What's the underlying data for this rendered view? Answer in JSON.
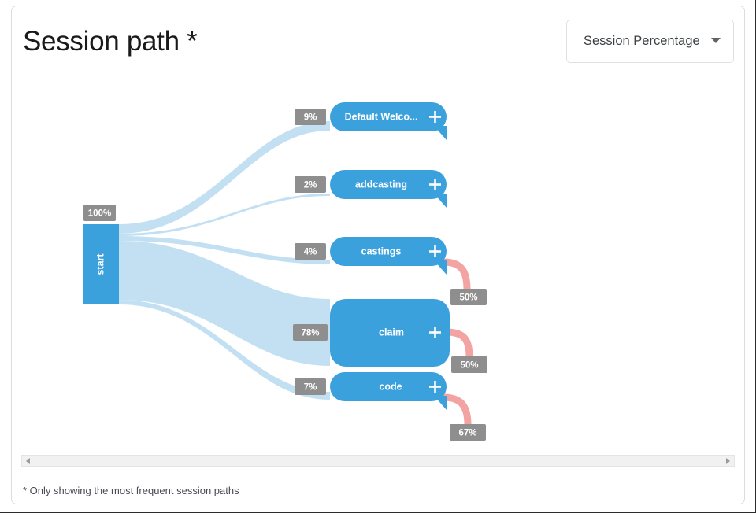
{
  "card": {
    "title": "Session path *",
    "footnote": "* Only showing the most frequent session paths"
  },
  "metric_select": {
    "selected": "Session Percentage",
    "chevron_icon": "chevron-down-icon"
  },
  "scrollbar": {
    "left_arrow_icon": "caret-left-icon",
    "right_arrow_icon": "caret-right-icon"
  },
  "colors": {
    "node_blue": "#3BA1DD",
    "link_blue": "#C3E0F3",
    "exit_pink": "#F4A3A3",
    "badge_gray": "#8E8E8E",
    "card_border": "#DCDCDC"
  },
  "chart_data": {
    "type": "sankey",
    "title": "Session path *",
    "metric": "Session Percentage",
    "nodes": [
      {
        "id": "start",
        "label": "start",
        "value": "100%",
        "shape": "bar"
      },
      {
        "id": "default-welcome",
        "label": "Default Welco...",
        "value": "9%",
        "shape": "pill"
      },
      {
        "id": "addcasting",
        "label": "addcasting",
        "value": "2%",
        "shape": "pill"
      },
      {
        "id": "castings",
        "label": "castings",
        "value": "4%",
        "shape": "pill"
      },
      {
        "id": "claim",
        "label": "claim",
        "value": "78%",
        "shape": "pill"
      },
      {
        "id": "code",
        "label": "code",
        "value": "7%",
        "shape": "pill"
      }
    ],
    "links": [
      {
        "source": "start",
        "target": "default-welcome",
        "value": 9,
        "label": "9%",
        "color": "link"
      },
      {
        "source": "start",
        "target": "addcasting",
        "value": 2,
        "label": "2%",
        "color": "link"
      },
      {
        "source": "start",
        "target": "castings",
        "value": 4,
        "label": "4%",
        "color": "link"
      },
      {
        "source": "start",
        "target": "claim",
        "value": 78,
        "label": "78%",
        "color": "link"
      },
      {
        "source": "start",
        "target": "code",
        "value": 7,
        "label": "7%",
        "color": "link"
      }
    ],
    "exits": [
      {
        "source": "castings",
        "value": 50,
        "label": "50%",
        "color": "exit"
      },
      {
        "source": "claim",
        "value": 50,
        "label": "50%",
        "color": "exit"
      },
      {
        "source": "code",
        "value": 67,
        "label": "67%",
        "color": "exit"
      }
    ],
    "expand_icon": "plus-icon",
    "legend": null,
    "grid": false
  }
}
